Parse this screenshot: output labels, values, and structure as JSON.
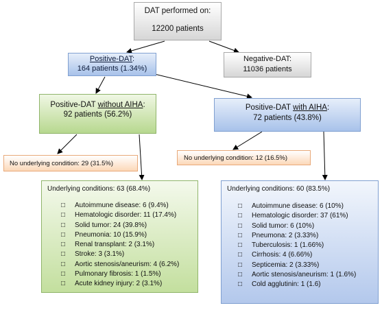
{
  "root": {
    "title": "DAT performed on:",
    "count": "12200 patients"
  },
  "positive": {
    "title": "Positive-DAT",
    "colon": ":",
    "count": "164 patients (1.34%)"
  },
  "negative": {
    "title": "Negative-DAT:",
    "count": "11036 patients"
  },
  "without_aiha": {
    "prefix": "Positive-DAT ",
    "emph": "without AIHA",
    "colon": ":",
    "count": "92 patients (56.2%)"
  },
  "with_aiha": {
    "prefix": "Positive-DAT ",
    "emph": "with AIHA",
    "colon": ":",
    "count": "72 patients (43.8%)"
  },
  "no_cond_left": {
    "text": "No underlying condition: 29 (31.5%)"
  },
  "no_cond_right": {
    "text": "No underlying condition: 12 (16.5%)"
  },
  "bullet_glyph": "□",
  "cond_left": {
    "title": "Underlying conditions: 63 (68.4%)",
    "items": [
      "Autoimmune disease: 6 (9.4%)",
      "Hematologic disorder: 11 (17.4%)",
      "Solid tumor: 24 (39.8%)",
      "Pneumonia: 10 (15.9%)",
      "Renal transplant: 2 (3.1%)",
      "Stroke: 3 (3.1%)",
      "Aortic stenosis/aneurism: 4 (6.2%)",
      "Pulmonary fibrosis: 1 (1.5%)",
      "Acute kidney injury: 2 (3.1%)"
    ]
  },
  "cond_right": {
    "title": "Underlying conditions: 60 (83.5%)",
    "items": [
      "Autoimmune disease: 6 (10%)",
      "Hematologic disorder: 37 (61%)",
      "Solid tumor: 6 (10%)",
      "Pneumona: 2 (3.33%)",
      "Tuberculosis: 1 (1.66%)",
      "Cirrhosis: 4 (6.66%)",
      "Septicemia: 2 (3.33%)",
      "Aortic stenosis/aneurism: 1 (1.6%)",
      "Cold agglutinin: 1 (1.6)"
    ]
  }
}
